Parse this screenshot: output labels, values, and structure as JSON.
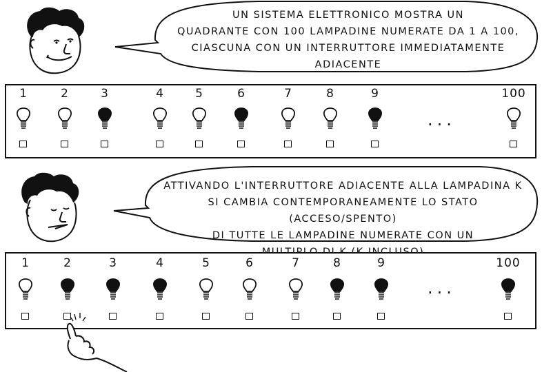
{
  "speech_1": {
    "lines": [
      "Un sistema elettronico mostra un",
      "quadrante con 100 lampadine numerate da 1 a 100,",
      "ciascuna con un interruttore immediatamente adiacente"
    ]
  },
  "speech_2": {
    "lines": [
      "Attivando l'interruttore adiacente alla lampadina K",
      "si cambia contemporaneamente lo stato (acceso/spento)",
      "di tutte le lampadine numerate con un",
      "multiplo di K (K incluso)"
    ]
  },
  "panel_1": {
    "ellipsis": "...",
    "bulbs": [
      {
        "label": "1",
        "lit": false
      },
      {
        "label": "2",
        "lit": false
      },
      {
        "label": "3",
        "lit": true
      },
      {
        "label": "4",
        "lit": false
      },
      {
        "label": "5",
        "lit": false
      },
      {
        "label": "6",
        "lit": true
      },
      {
        "label": "7",
        "lit": false
      },
      {
        "label": "8",
        "lit": false
      },
      {
        "label": "9",
        "lit": true
      },
      {
        "label": "100",
        "lit": false
      }
    ]
  },
  "panel_2": {
    "ellipsis": "...",
    "pressed_switch": "2",
    "bulbs": [
      {
        "label": "1",
        "lit": false
      },
      {
        "label": "2",
        "lit": true
      },
      {
        "label": "3",
        "lit": true
      },
      {
        "label": "4",
        "lit": true
      },
      {
        "label": "5",
        "lit": false
      },
      {
        "label": "6",
        "lit": false
      },
      {
        "label": "7",
        "lit": false
      },
      {
        "label": "8",
        "lit": true
      },
      {
        "label": "9",
        "lit": true
      },
      {
        "label": "100",
        "lit": true
      }
    ]
  }
}
